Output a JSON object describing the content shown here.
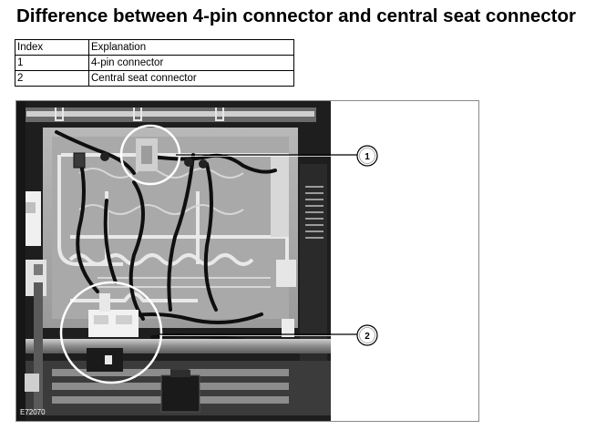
{
  "title": "Difference between 4-pin connector and central seat connector",
  "table": {
    "headers": [
      "Index",
      "Explanation"
    ],
    "rows": [
      [
        "1",
        "4-pin connector"
      ],
      [
        "2",
        "Central seat connector"
      ]
    ]
  },
  "figure": {
    "callouts": [
      "1",
      "2"
    ],
    "image_code": "E72070"
  }
}
